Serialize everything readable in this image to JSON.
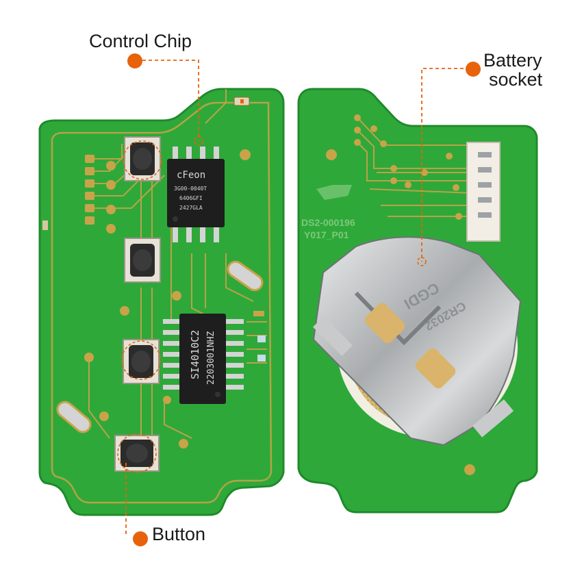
{
  "callouts": {
    "control_chip": "Control Chip",
    "battery_socket_line1": "Battery",
    "battery_socket_line2": "socket",
    "button": "Button"
  },
  "markings": {
    "chip1_lines": [
      "cFeon",
      "3G00-0040T",
      "6406GFI",
      "2427GLA"
    ],
    "chip2_lines": [
      "SI4010C2",
      "2203001NHZ"
    ],
    "board_code_1": "DS2-000196",
    "board_code_2": "Y017_P01",
    "battery_text_1": "CR2032",
    "battery_text_2": "CGDI"
  },
  "colors": {
    "accent": "#e8620c",
    "pcb_green": "#2fa83a",
    "pcb_edge": "#1f8a2b",
    "trace": "#c9a349",
    "metal": "#b7b9bb"
  }
}
